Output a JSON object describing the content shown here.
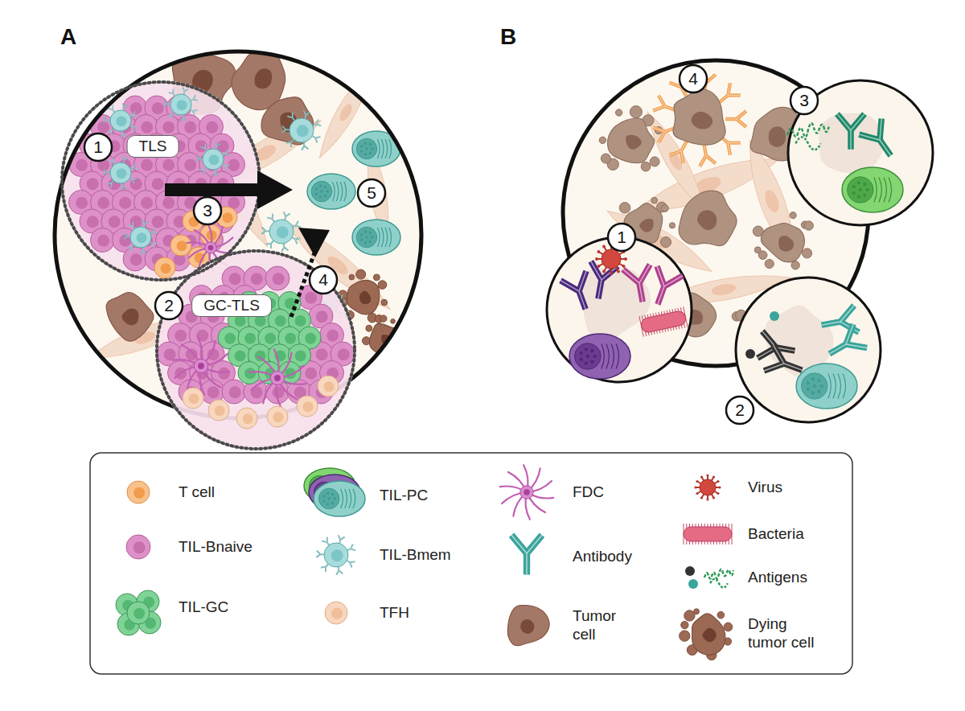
{
  "diagram": {
    "nodes": [
      {
        "text": [
          "TLS"
        ]
      },
      {
        "text": [
          "GC-TLS"
        ]
      }
    ],
    "labels": [
      "A",
      "1",
      "3",
      "5",
      "2",
      "4",
      "B",
      "4",
      "3",
      "1",
      "2"
    ],
    "legend": [
      {
        "text": "T cell"
      },
      {
        "text": "TIL-Bnaive"
      },
      {
        "text": "TIL-GC"
      },
      {
        "text": "TIL-PC"
      },
      {
        "text": "TIL-Bmem"
      },
      {
        "text": "TFH"
      },
      {
        "text": "FDC"
      },
      {
        "text": "Antibody"
      },
      {
        "text": "Tumor cell"
      },
      {
        "text": "Virus"
      },
      {
        "text": "Bacteria"
      },
      {
        "text": "Antigens"
      },
      {
        "text": "Dying tumor cell"
      }
    ]
  }
}
